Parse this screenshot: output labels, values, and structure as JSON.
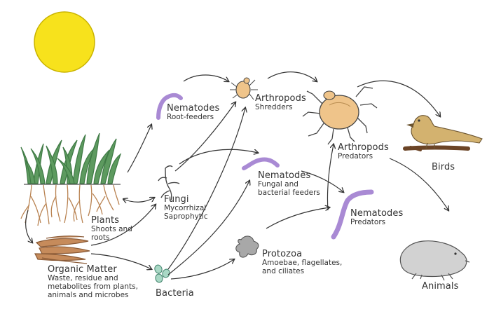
{
  "nodes": {
    "plants": {
      "title": "Plants",
      "sub": [
        "Shoots and",
        "roots"
      ]
    },
    "organic_matter": {
      "title": "Organic Matter",
      "sub": [
        "Waste, residue and",
        "metabolites from plants,",
        "animals and microbes"
      ]
    },
    "bacteria": {
      "title": "Bacteria"
    },
    "fungi": {
      "title": "Fungi",
      "sub": [
        "Mycorrhizal",
        "Saprophytic"
      ]
    },
    "nematodes_root": {
      "title": "Nematodes",
      "sub": [
        "Root-feeders"
      ]
    },
    "arthropods_shredders": {
      "title": "Arthropods",
      "sub": [
        "Shredders"
      ]
    },
    "nematodes_fungal": {
      "title": "Nematodes",
      "sub": [
        "Fungal and",
        "bacterial feeders"
      ]
    },
    "protozoa": {
      "title": "Protozoa",
      "sub": [
        "Amoebae, flagellates,",
        "and ciliates"
      ]
    },
    "arthropods_predators": {
      "title": "Arthropods",
      "sub": [
        "Predators"
      ]
    },
    "nematodes_predators": {
      "title": "Nematodes",
      "sub": [
        "Predators"
      ]
    },
    "birds": {
      "title": "Birds"
    },
    "animals": {
      "title": "Animals"
    }
  },
  "colors": {
    "sun": "#f7e21c",
    "sun_edge": "#c9b300",
    "grass": "#4f8a54",
    "roots": "#b98352",
    "soil": "#c68b5b",
    "nematode": "#a98ad4",
    "arthropod": "#efc48a",
    "bird": "#d3b26f",
    "mole": "#cfcfcf",
    "bacteria": "#a9d8c5",
    "protozoa": "#a8a8a8",
    "arrow": "#333333"
  }
}
